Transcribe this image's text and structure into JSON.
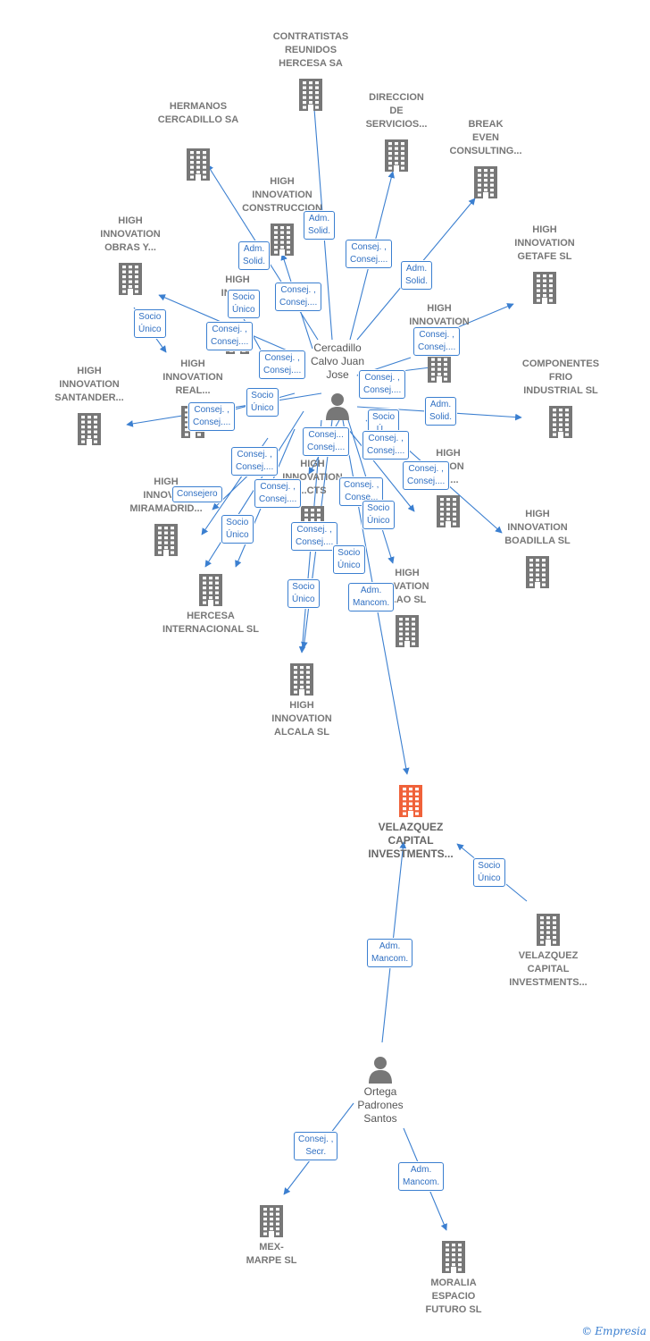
{
  "footer": {
    "copyright_symbol": "©",
    "brand": "Empresia"
  },
  "colors": {
    "edge": "#3b7fd0",
    "building": "#777777",
    "focus_building": "#f0623a",
    "person": "#777777"
  },
  "companies": [
    {
      "id": "contratistas",
      "label": "CONTRATISTAS\nREUNIDOS\nHERCESA SA"
    },
    {
      "id": "hermanos",
      "label": "HERMANOS\nCERCADILLO SA"
    },
    {
      "id": "direccion",
      "label": "DIRECCION\nDE\nSERVICIOS..."
    },
    {
      "id": "break_even",
      "label": "BREAK\nEVEN\nCONSULTING..."
    },
    {
      "id": "hi_construccion",
      "label": "HIGH\nINNOVATION\nCONSTRUCCION"
    },
    {
      "id": "hi_obras",
      "label": "HIGH\nINNOVATION\nOBRAS Y..."
    },
    {
      "id": "hi_getafe",
      "label": "HIGH\nINNOVATION\nGETAFE  SL"
    },
    {
      "id": "hi_inno2",
      "label": "HIGH\nINNO..."
    },
    {
      "id": "hi_a",
      "label": "HIGH\nINNOVATION\nA..."
    },
    {
      "id": "hi_santander",
      "label": "HIGH\nINNOVATION\nSANTANDER..."
    },
    {
      "id": "hi_real",
      "label": "HIGH\nINNOVATION\nREAL..."
    },
    {
      "id": "componentes",
      "label": "COMPONENTES\nFRIO\nINDUSTRIAL SL"
    },
    {
      "id": "hi_el",
      "label": "HIGH\n...TION\nEL..."
    },
    {
      "id": "hi_projects",
      "label": "HIGH\nINNOVATION\n...CTS"
    },
    {
      "id": "hi_miramadrid",
      "label": "HIGH\nINNOVA...\nMIRAMADRID..."
    },
    {
      "id": "hi_boadilla",
      "label": "HIGH\nINNOVATION\nBOADILLA  SL"
    },
    {
      "id": "hercesa_int",
      "label": "HERCESA\nINTERNACIONAL SL"
    },
    {
      "id": "hi_ao",
      "label": "HIGH\n...VATION\n...AO  SL"
    },
    {
      "id": "hi_alcala",
      "label": "HIGH\nINNOVATION\nALCALA  SL"
    },
    {
      "id": "velazquez_main",
      "label": "VELAZQUEZ\nCAPITAL\nINVESTMENTS..."
    },
    {
      "id": "velazquez_2",
      "label": "VELAZQUEZ\nCAPITAL\nINVESTMENTS..."
    },
    {
      "id": "mex_marpe",
      "label": "MEX-\nMARPE SL"
    },
    {
      "id": "moralia",
      "label": "MORALIA\nESPACIO\nFUTURO SL"
    }
  ],
  "persons": [
    {
      "id": "cercadillo",
      "label": "Cercadillo\nCalvo Juan\nJose"
    },
    {
      "id": "ortega",
      "label": "Ortega\nPadrones\nSantos"
    }
  ],
  "relations": [
    {
      "id": "r1",
      "text": "Adm.\nSolid."
    },
    {
      "id": "r2",
      "text": "Adm.\nSolid."
    },
    {
      "id": "r3",
      "text": "Consej. ,\nConsej...."
    },
    {
      "id": "r4",
      "text": "Adm.\nSolid."
    },
    {
      "id": "r5",
      "text": "Socio\nÚnico"
    },
    {
      "id": "r6",
      "text": "Consej. ,\nConsej...."
    },
    {
      "id": "r7",
      "text": "Socio\nÚnico"
    },
    {
      "id": "r8",
      "text": "Consej. ,\nConsej...."
    },
    {
      "id": "r9",
      "text": "Consej. ,\nConsej...."
    },
    {
      "id": "r10",
      "text": "Consej. ,\nConsej...."
    },
    {
      "id": "r11",
      "text": "Consej. ,\nConsej...."
    },
    {
      "id": "r12",
      "text": "Socio\nÚnico"
    },
    {
      "id": "r13",
      "text": "Consej. ,\nConsej...."
    },
    {
      "id": "r14",
      "text": "Adm.\nSolid."
    },
    {
      "id": "r15",
      "text": "Socio\nÚ..."
    },
    {
      "id": "r16",
      "text": "Consej...\nConsej...."
    },
    {
      "id": "r17",
      "text": "Consej. ,\nConsej...."
    },
    {
      "id": "r18",
      "text": "Consej. ,\nConsej...."
    },
    {
      "id": "r19",
      "text": "Consej. ,\nConsej...."
    },
    {
      "id": "r20",
      "text": "Consejero"
    },
    {
      "id": "r21",
      "text": "Consej. ,\nConsej...."
    },
    {
      "id": "r22",
      "text": "Consej. ,\nConse..."
    },
    {
      "id": "r23",
      "text": "Socio\nÚnico"
    },
    {
      "id": "r24",
      "text": "Socio\nÚnico"
    },
    {
      "id": "r25",
      "text": "Consej. ,\nConsej...."
    },
    {
      "id": "r26",
      "text": "Socio\nÚnico"
    },
    {
      "id": "r27",
      "text": "Socio\nÚnico"
    },
    {
      "id": "r28",
      "text": "Adm.\nMancom."
    },
    {
      "id": "r29",
      "text": "Socio\nÚnico"
    },
    {
      "id": "r30",
      "text": "Adm.\nMancom."
    },
    {
      "id": "r31",
      "text": "Consej. ,\nSecr."
    },
    {
      "id": "r32",
      "text": "Adm.\nMancom."
    }
  ]
}
